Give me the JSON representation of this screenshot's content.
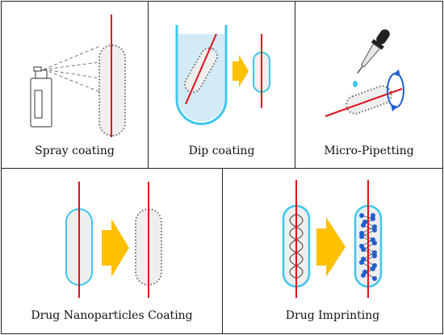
{
  "panels": {
    "spray": {
      "caption": "Spray coating"
    },
    "dip": {
      "caption": "Dip coating"
    },
    "pipette": {
      "caption": "Micro-Pipetting"
    },
    "nanoparticles": {
      "caption": "Drug Nanoparticles Coating"
    },
    "imprinting": {
      "caption": "Drug Imprinting"
    }
  },
  "colors": {
    "needle": "#e0121b",
    "arrow": "#ffc000",
    "outline_blue": "#3ec6ee",
    "dots_blue": "#1f5fd1",
    "capsule_fill": "#efefef",
    "dotted_outline": "#7a7a7a",
    "pipette_black": "#222222"
  }
}
